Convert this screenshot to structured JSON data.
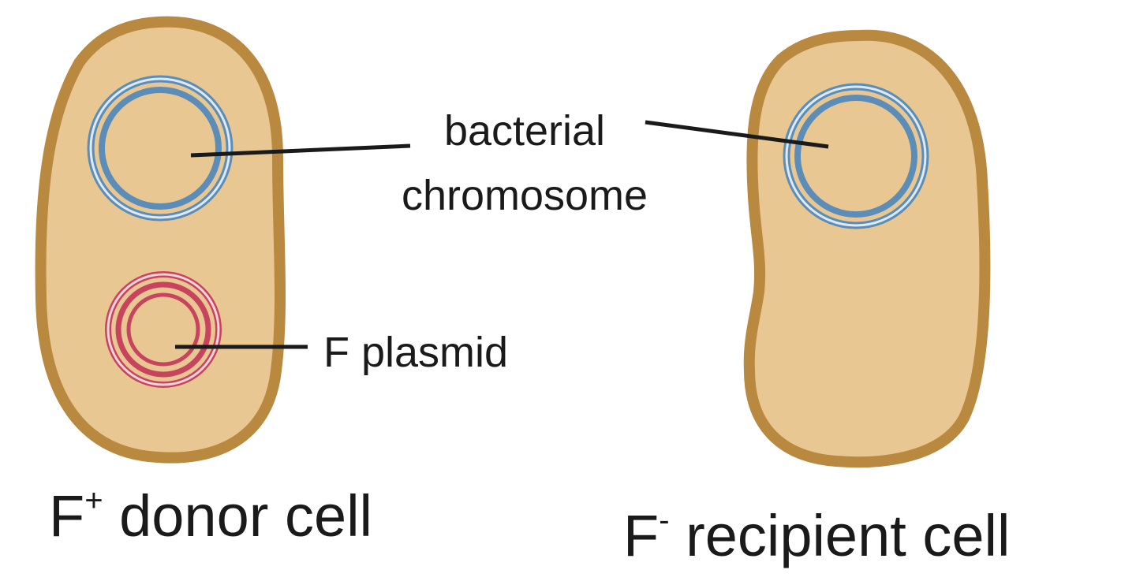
{
  "labels": {
    "chromosome_line1": "bacterial",
    "chromosome_line2": "chromosome",
    "plasmid": "F plasmid",
    "donor_prefix": "F",
    "donor_sup": "+",
    "donor_rest": " donor cell",
    "recipient_prefix": "F",
    "recipient_sup": "-",
    "recipient_rest": " recipient cell"
  },
  "colors": {
    "cell_fill": "#E9C792",
    "cell_outline": "#B8893F",
    "chromosome": "#5B8DB8",
    "plasmid": "#C8445E",
    "leader_line": "#1a1a1a"
  }
}
